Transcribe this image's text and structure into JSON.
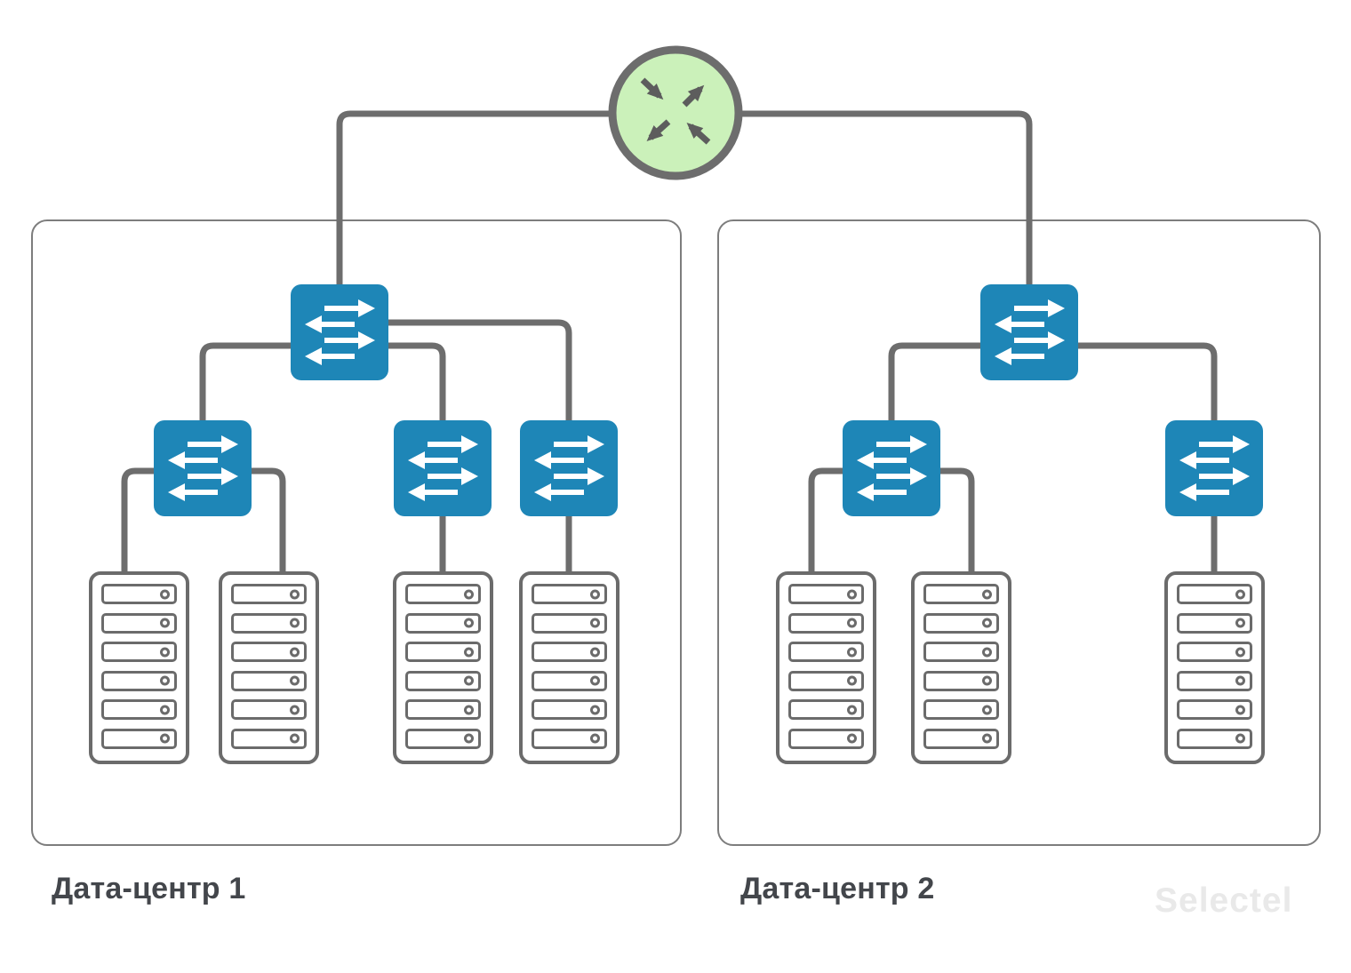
{
  "colors": {
    "switch_blue": "#1e86b7",
    "router_green": "#cbf1ba",
    "line_gray": "#6d6d6d",
    "arrow_dark": "#5d5d5d",
    "rack_gray": "#6b6b6b",
    "box_border": "#7d7d7d",
    "label_gray": "#43464b",
    "watermark_gray": "#e9e9e9"
  },
  "watermark": {
    "text": "Selectel"
  },
  "network": {
    "router": {
      "type": "router",
      "icon": "router-crossed-arrows-icon"
    },
    "servers_per_rack": 6,
    "datacenters": [
      {
        "label": "Дата-центр 1",
        "aggregation_switches": 1,
        "access_switches": 3,
        "racks": 4,
        "servers_per_rack": 6
      },
      {
        "label": "Дата-центр 2",
        "aggregation_switches": 1,
        "access_switches": 2,
        "racks": 3,
        "servers_per_rack": 6
      }
    ]
  }
}
